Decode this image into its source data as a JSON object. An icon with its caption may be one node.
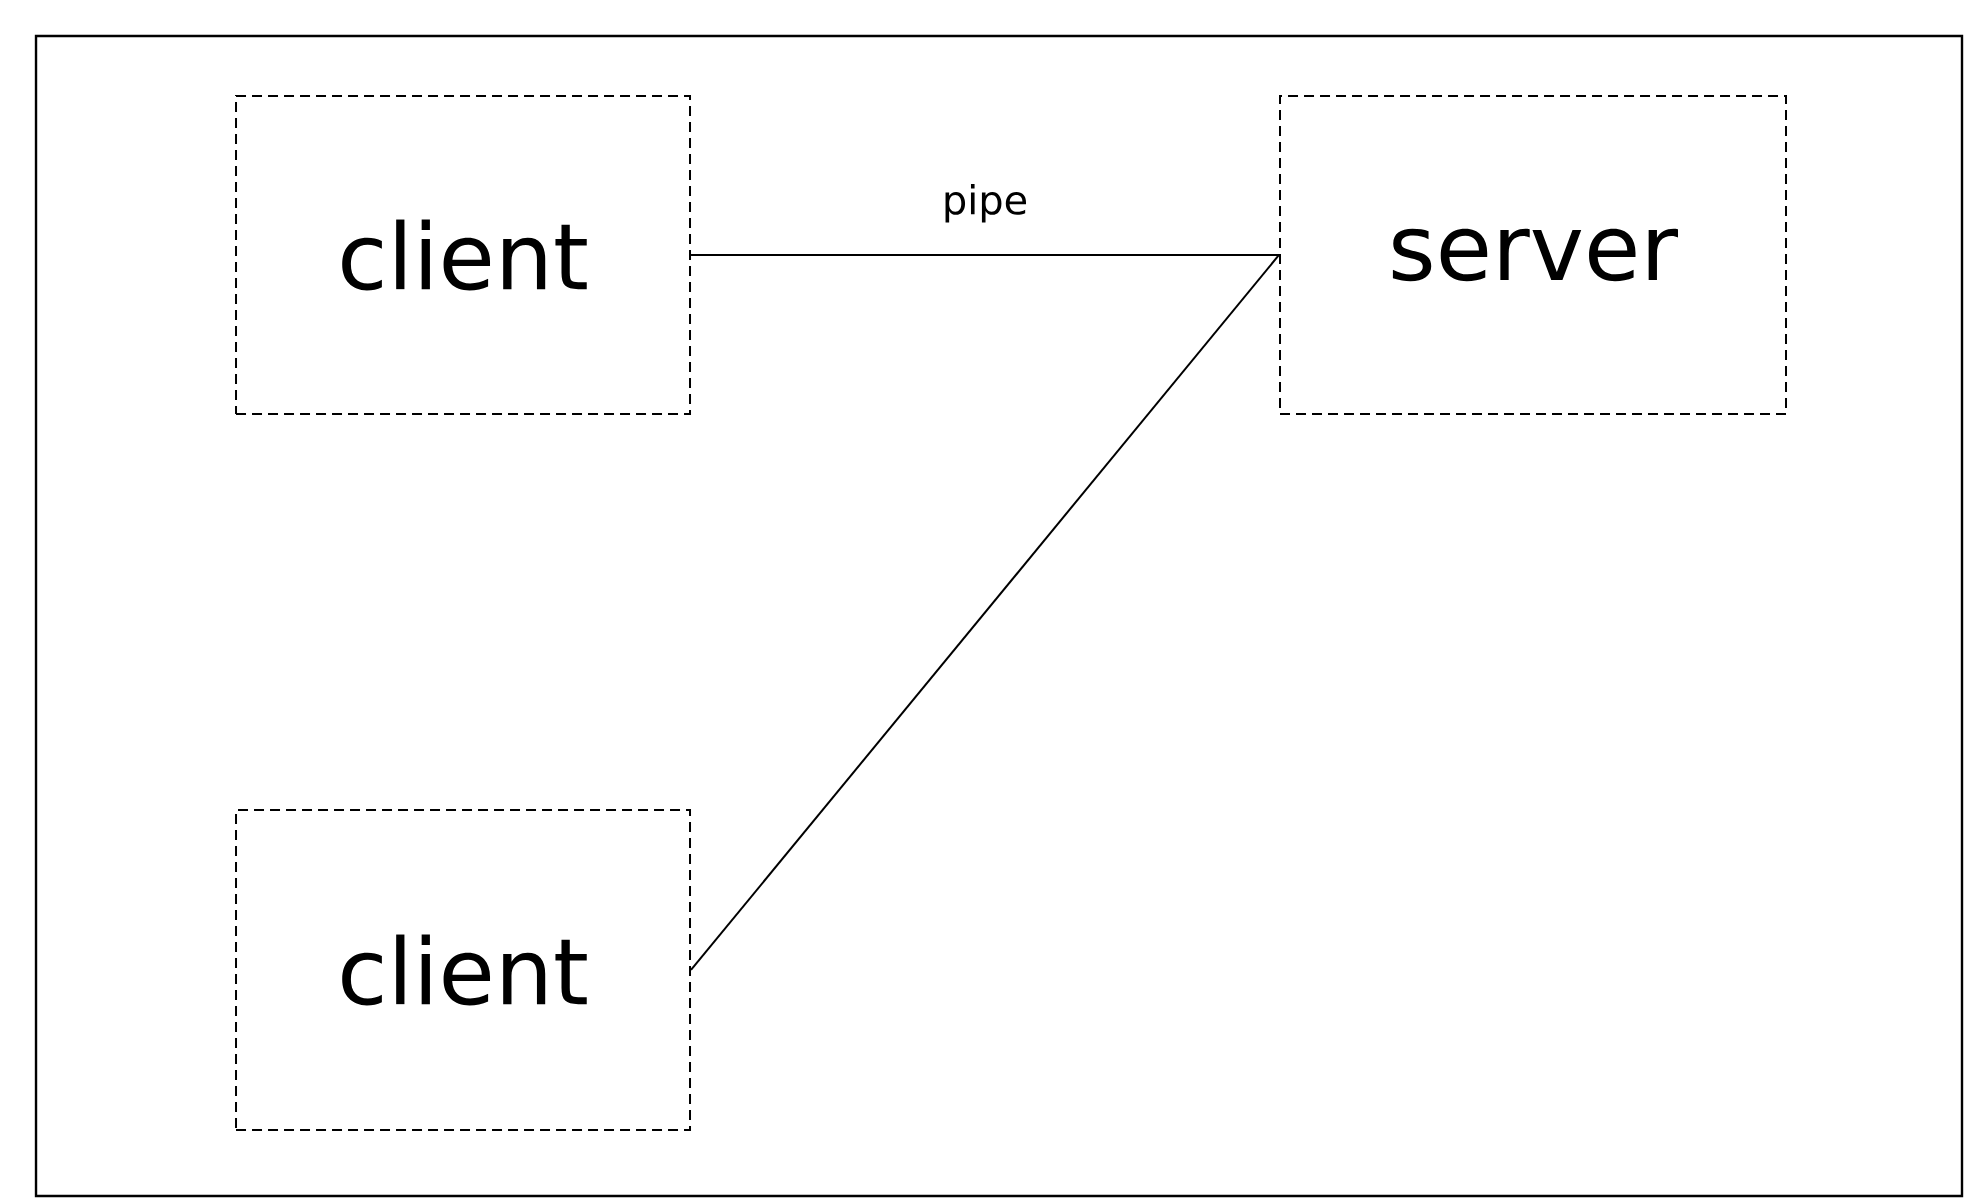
{
  "diagram": {
    "nodes": [
      {
        "text": [
          "client"
        ]
      },
      {
        "text": [
          "server"
        ]
      },
      {
        "text": [
          "client"
        ]
      }
    ],
    "edges": [
      {
        "from": 0,
        "to": 1,
        "arrow": "none",
        "label": "pipe"
      },
      {
        "from": 2,
        "to": 1,
        "arrow": "none"
      }
    ]
  }
}
